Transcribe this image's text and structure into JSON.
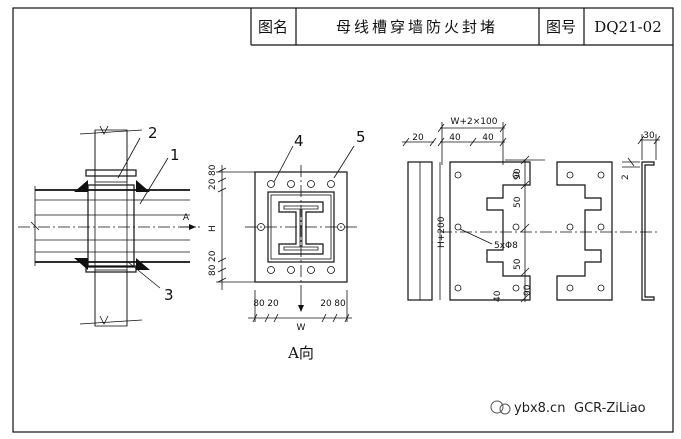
{
  "title_block": {
    "name_label": "图名",
    "drawing_title": "母线槽穿墙防火封堵",
    "number_label": "图号",
    "drawing_number": "DQ21-02"
  },
  "callouts": [
    "1",
    "2",
    "3",
    "4",
    "5"
  ],
  "section_view": {
    "arrow_label": "A"
  },
  "front_view": {
    "caption": "A向",
    "dims_left_top": [
      "20",
      "80"
    ],
    "dims_left_mid": "H",
    "dims_left_bottom": [
      "80",
      "20"
    ],
    "dims_bottom": [
      "80",
      "20",
      "W",
      "20",
      "80"
    ]
  },
  "detail_view": {
    "top_dim": "W+2×100",
    "top_sub_dims": [
      "40",
      "40"
    ],
    "left_top_dim": "20",
    "height_dim": "H+200",
    "right_dims": [
      "90",
      "50",
      "50",
      "90"
    ],
    "bottom_dim": "40",
    "hole_note": "5xΦ8",
    "side_dims": [
      "30",
      "2"
    ]
  },
  "watermark": {
    "site": "ybx8.cn",
    "brand": "GCR-ZiLiao"
  }
}
